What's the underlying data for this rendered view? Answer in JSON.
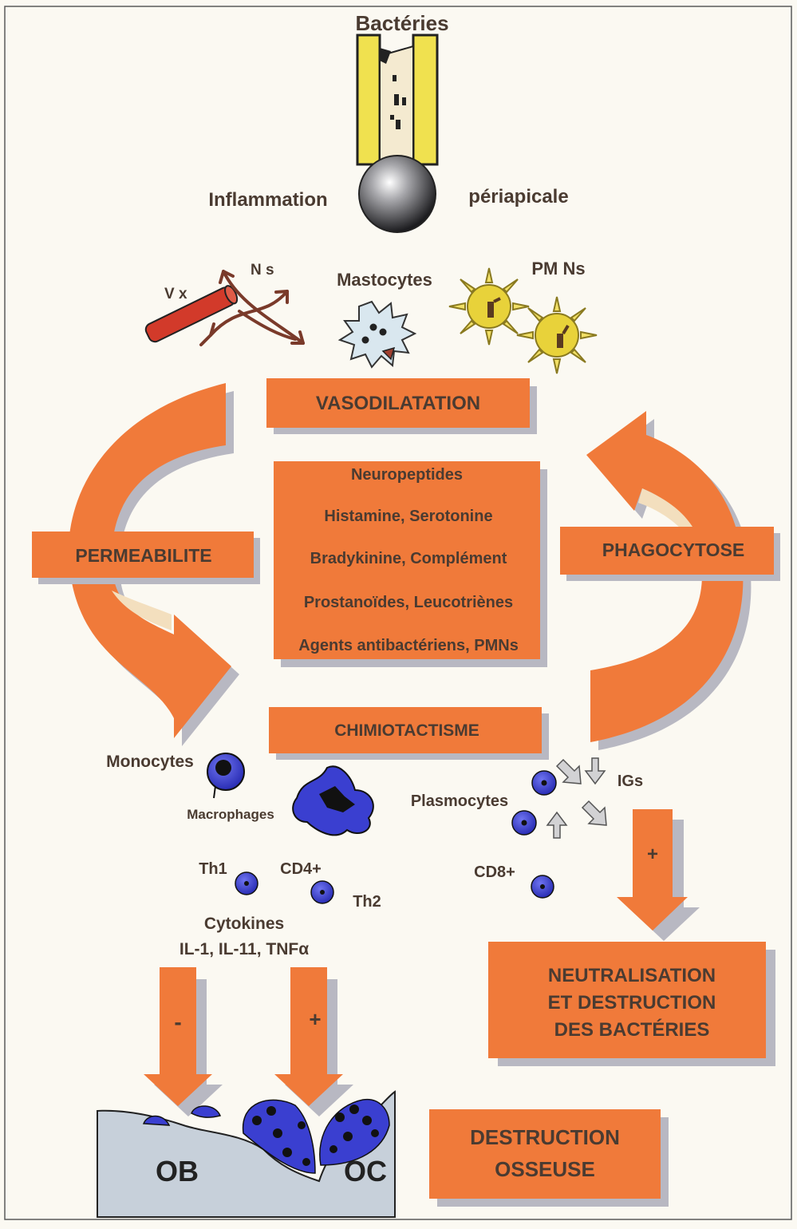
{
  "colors": {
    "orange": "#f07a3a",
    "shadow": "#b8b8c2",
    "text": "#4a3b31",
    "cell_blue": "#3a3fd0",
    "yellow": "#f2e066",
    "background": "#fbf9f2"
  },
  "top": {
    "bacteria_label": "Bactéries",
    "inflammation_left": "Inflammation",
    "inflammation_right": "périapicale"
  },
  "agents": {
    "vx": "V x",
    "ns": "N s",
    "mastocytes": "Mastocytes",
    "pmns": "PM Ns"
  },
  "boxes": {
    "vasodilatation": "VASODILATATION",
    "permeabilite": "PERMEABILITE",
    "phagocytose": "PHAGOCYTOSE",
    "chimiotactisme": "CHIMIOTACTISME",
    "mediators": [
      "Neuropeptides",
      "Histamine, Serotonine",
      "Bradykinine, Complément",
      "Prostanoïdes, Leucotriènes",
      "Agents antibactériens, PMNs"
    ],
    "neutralisation": [
      "NEUTRALISATION",
      "ET DESTRUCTION",
      "DES BACTÉRIES"
    ],
    "destruction": [
      "DESTRUCTION",
      "OSSEUSE"
    ]
  },
  "cells": {
    "monocytes": "Monocytes",
    "macrophages": "Macrophages",
    "th1": "Th1",
    "cd4": "CD4+",
    "th2": "Th2",
    "cytokines": "Cytokines",
    "cytokine_list": "IL-1, IL-11, TNFα",
    "plasmocytes": "Plasmocytes",
    "igs": "IGs",
    "cd8": "CD8+"
  },
  "arrows": {
    "minus": "-",
    "plus_left": "+",
    "plus_right": "+"
  },
  "bone": {
    "ob": "OB",
    "oc": "OC"
  }
}
